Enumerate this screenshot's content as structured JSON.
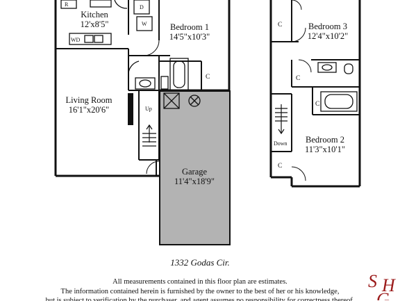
{
  "plan": {
    "rooms": {
      "kitchen": {
        "name": "Kitchen",
        "dims": "12'x8'5\""
      },
      "bedroom1": {
        "name": "Bedroom 1",
        "dims": "14'5\"x10'3\""
      },
      "living": {
        "name": "Living Room",
        "dims": "16'1\"x20'6\""
      },
      "garage": {
        "name": "Garage",
        "dims": "11'4\"x18'9\""
      },
      "bedroom3": {
        "name": "Bedroom 3",
        "dims": "12'4\"x10'2\""
      },
      "bedroom2": {
        "name": "Bedroom 2",
        "dims": "11'3\"x10'1\""
      }
    },
    "labels": {
      "up": "Up",
      "down": "Down",
      "washer_dryer": "WD",
      "dryer": "D",
      "washer": "W",
      "fridge": "R",
      "closet": "C"
    },
    "colors": {
      "garage_fill": "#b3b3b3",
      "wall": "#111111",
      "logo": "#9b1b1b"
    }
  },
  "footer": {
    "address": "1332 Godas Cir.",
    "note1": "All measurements contained in this floor plan are estimates.",
    "note2": "The information contained herein is furnished by the owner to the best of her or his knowledge,",
    "note3": "but is subject to verification by the purchaser, and agent assumes no responsibility for correctness thereof."
  },
  "logo": {
    "letter1": "S",
    "letter2": "H",
    "letter3": "G"
  }
}
